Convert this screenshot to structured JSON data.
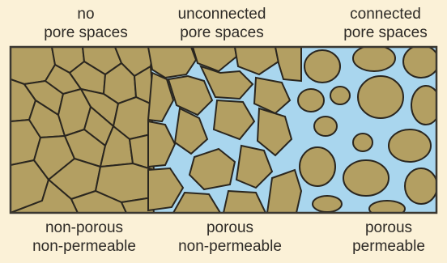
{
  "top_labels": {
    "left": [
      "no",
      "pore spaces"
    ],
    "middle": [
      "unconnected",
      "pore spaces"
    ],
    "right": [
      "connected",
      "pore spaces"
    ]
  },
  "bottom_labels": {
    "left": [
      "non-porous",
      "non-permeable"
    ],
    "middle": [
      "porous",
      "non-permeable"
    ],
    "right": [
      "porous",
      "permeable"
    ]
  },
  "colors": {
    "background": "#fbf1d7",
    "grain": "#b39f62",
    "grain_outline": "#2a261f",
    "water": "#a9d6ee",
    "frame": "#3a3730"
  }
}
